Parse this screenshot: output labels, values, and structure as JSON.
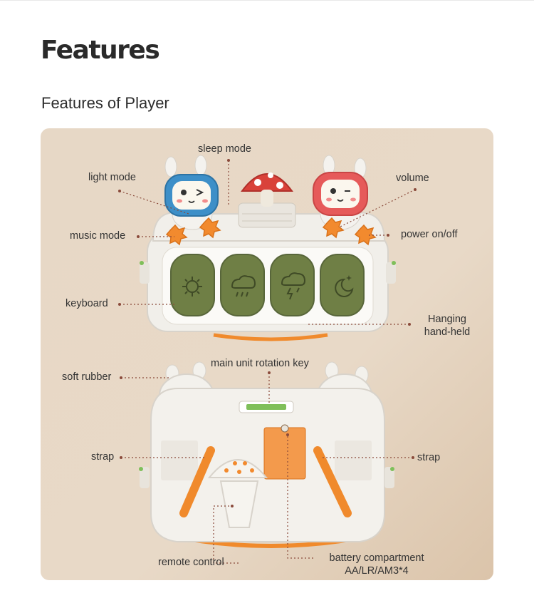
{
  "heading": "Features",
  "subheading": "Features of Player",
  "labels": {
    "sleep_mode": "sleep mode",
    "light_mode": "light mode",
    "volume": "volume",
    "music_mode": "music mode",
    "power": "power on/off",
    "keyboard": "keyboard",
    "hanging_line1": "Hanging",
    "hanging_line2": "hand-held",
    "rotation_key": "main unit rotation key",
    "soft_rubber": "soft rubber",
    "strap_left": "strap",
    "strap_right": "strap",
    "remote": "remote control",
    "battery_line1": "battery compartment",
    "battery_line2": "AA/LR/AM3*4"
  },
  "colors": {
    "panel_bg": "#e6d6c3",
    "key_green": "#6f7f45",
    "accent_orange": "#f28a2e",
    "leader_dot": "#8a4a3a"
  }
}
